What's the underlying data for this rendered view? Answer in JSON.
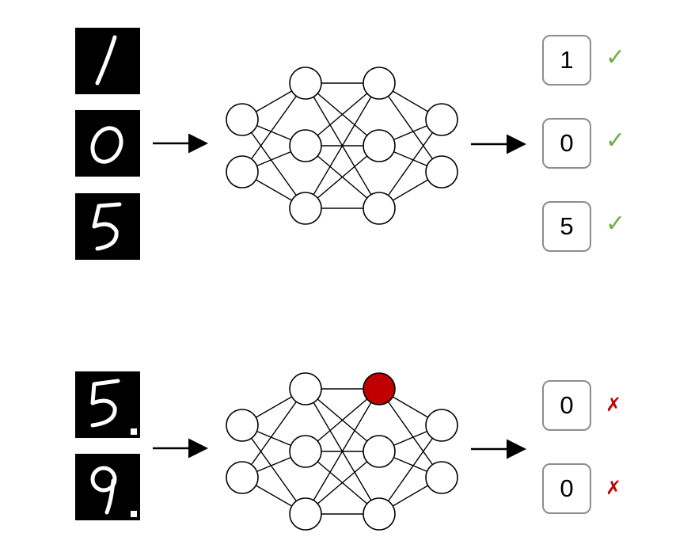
{
  "clean_example": {
    "inputs": [
      {
        "digit": "1",
        "perturbation_dot": false
      },
      {
        "digit": "0",
        "perturbation_dot": false
      },
      {
        "digit": "5",
        "perturbation_dot": false
      }
    ],
    "outputs": [
      {
        "label": "1",
        "status": "correct",
        "mark": "✓"
      },
      {
        "label": "0",
        "status": "correct",
        "mark": "✓"
      },
      {
        "label": "5",
        "status": "correct",
        "mark": "✓"
      }
    ]
  },
  "triggered_example": {
    "inputs": [
      {
        "digit": "5",
        "perturbation_dot": true
      },
      {
        "digit": "9",
        "perturbation_dot": true
      }
    ],
    "outputs": [
      {
        "label": "0",
        "status": "wrong",
        "mark": "✗"
      },
      {
        "label": "0",
        "status": "wrong",
        "mark": "✗"
      }
    ],
    "highlighted_neuron": {
      "layer": 2,
      "index": 0
    }
  },
  "network": {
    "layer_sizes": [
      2,
      3,
      3,
      2
    ]
  },
  "colors": {
    "correct": "#70ad47",
    "wrong": "#c00000",
    "highlight": "#c00000",
    "box_border": "#8c8c8c"
  }
}
